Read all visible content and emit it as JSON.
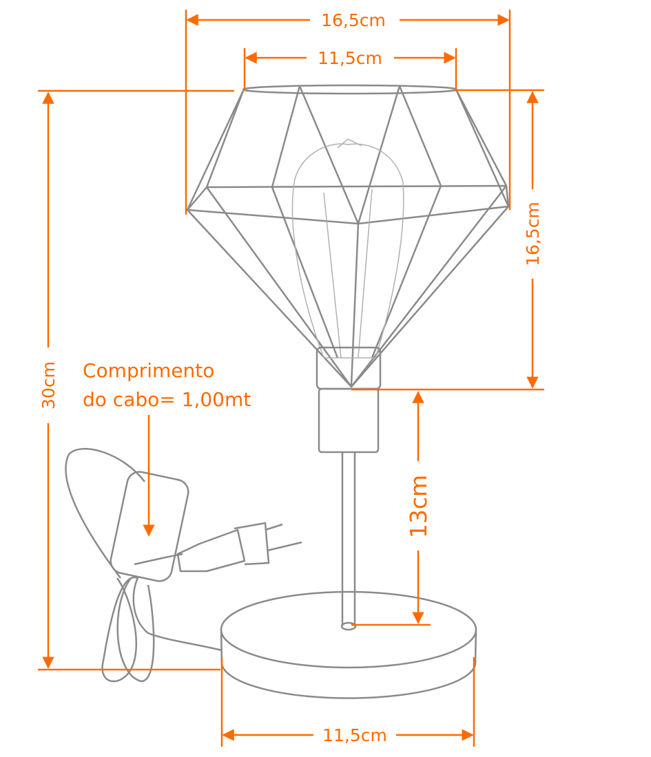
{
  "dimensions": {
    "shade_width_outer": "16,5cm",
    "shade_width_top": "11,5cm",
    "total_height": "30cm",
    "shade_height": "16,5cm",
    "stem_height": "13cm",
    "base_diameter": "11,5cm"
  },
  "cable_note": {
    "line1": "Comprimento",
    "line2": "do cabo= 1,00mt"
  },
  "colors": {
    "accent": "#FF6A00",
    "sketch": "#8a8a8a"
  }
}
